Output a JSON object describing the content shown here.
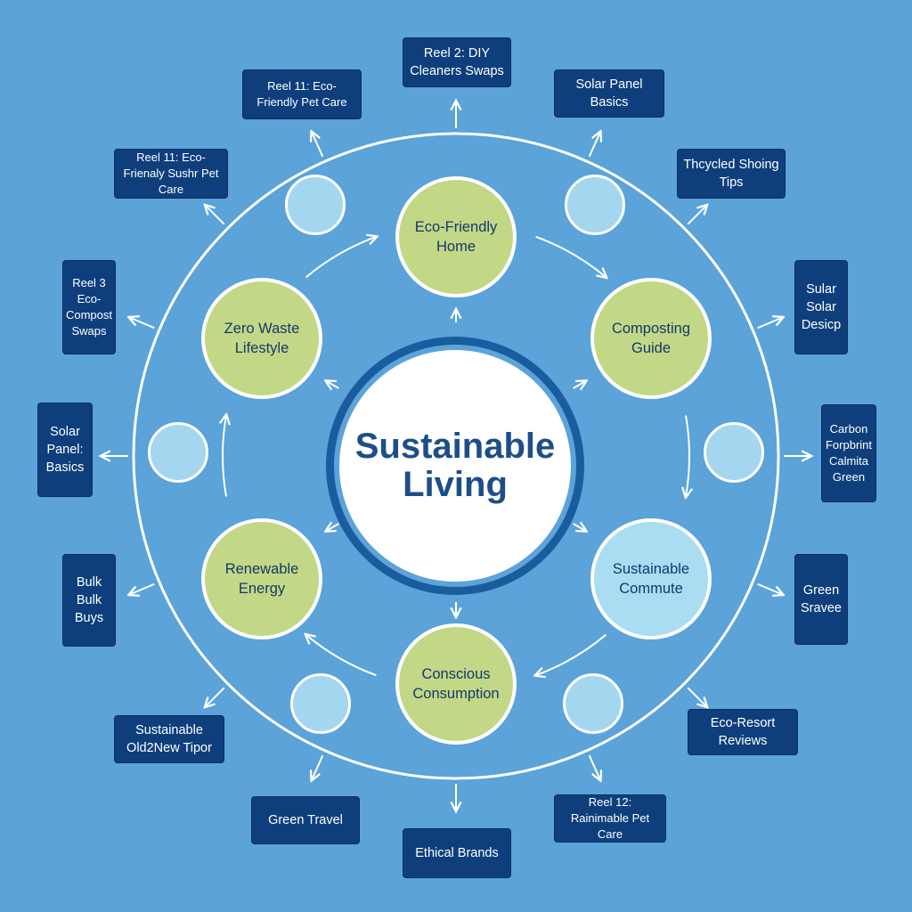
{
  "title": "Sustainable Living",
  "hubs": [
    {
      "label": "Eco-Friendly Home",
      "tone": "green"
    },
    {
      "label": "Composting Guide",
      "tone": "green"
    },
    {
      "label": "Sustainable Commute",
      "tone": "blue"
    },
    {
      "label": "Conscious Consumption",
      "tone": "green"
    },
    {
      "label": "Renewable Energy",
      "tone": "green"
    },
    {
      "label": "Zero Waste Lifestyle",
      "tone": "green"
    }
  ],
  "reels": [
    "Reel 2: DIY Cleaners Swaps",
    "Solar Panel Basics",
    "Thcycled Shoing Tips",
    "Sular Solar Desicp",
    "Carbon Forpbrint Calmita Green",
    "Green Sravee",
    "Eco-Resort Reviews",
    "Reel 12: Rainimable Pet Care",
    "Ethical Brands",
    "Green Travel",
    "Sustainable Old2New Tipor",
    "Bulk Bulk Buys",
    "Solar Panel: Basics",
    "Reel 3 Eco-Compost Swaps",
    "Reel 11: Eco-Frienaly Sushr Pet Care",
    "Reel 11: Eco-Friendly Pet Care"
  ],
  "colors": {
    "background": "#5ba3d9",
    "box": "#0e3f7c",
    "hub_green": "#c2d887",
    "hub_blue": "#aadcf2",
    "title_text": "#1d4e89"
  }
}
